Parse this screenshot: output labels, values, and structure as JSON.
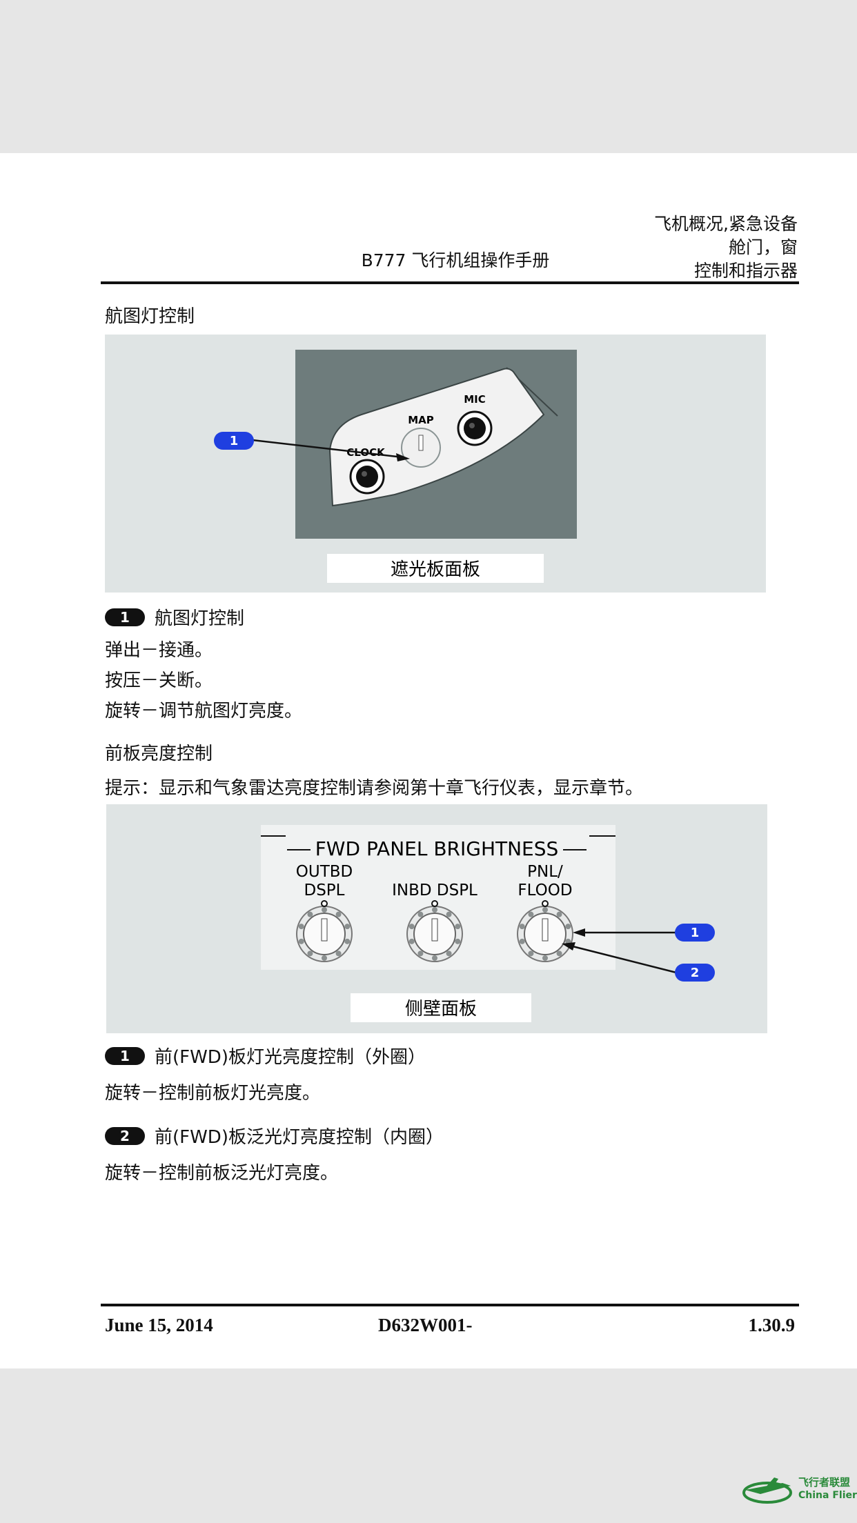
{
  "header": {
    "manual_title": "B777 飞行机组操作手册",
    "section_line1": "飞机概况,紧急设备",
    "section_line2": "舱门，窗",
    "section_line3": "控制和指示器"
  },
  "section1": {
    "heading": "航图灯控制",
    "figure": {
      "labels": {
        "clock": "CLOCK",
        "map": "MAP",
        "mic": "MIC"
      },
      "callout": "1",
      "caption": "遮光板面板"
    },
    "items": [
      {
        "number": "1",
        "title": "航图灯控制",
        "lines": [
          "弹出－接通。",
          "按压－关断。",
          "旋转－调节航图灯亮度。"
        ]
      }
    ]
  },
  "section2": {
    "heading": "前板亮度控制",
    "note": "提示：显示和气象雷达亮度控制请参阅第十章飞行仪表，显示章节。",
    "figure": {
      "panel_title": "FWD PANEL BRIGHTNESS",
      "knob_labels": [
        {
          "line1": "OUTBD",
          "line2": "DSPL"
        },
        {
          "line1": "",
          "line2": "INBD DSPL"
        },
        {
          "line1": "PNL/",
          "line2": "FLOOD"
        }
      ],
      "callouts": [
        "1",
        "2"
      ],
      "caption": "侧壁面板"
    },
    "items": [
      {
        "number": "1",
        "title": "前(FWD)板灯光亮度控制（外圈）",
        "line": "旋转－控制前板灯光亮度。"
      },
      {
        "number": "2",
        "title": "前(FWD)板泛光灯亮度控制（内圈）",
        "line": "旋转－控制前板泛光灯亮度。"
      }
    ]
  },
  "footer": {
    "date": "June 15, 2014",
    "doc_number": "D632W001-",
    "page_number": "1.30.9"
  },
  "watermark": {
    "line1": "飞行者联盟",
    "line2": "China Flier"
  },
  "colors": {
    "figure_bg": "#dfe4e4",
    "panel_dark": "#6e7c7c",
    "callout_blue": "#1f3fe0"
  }
}
